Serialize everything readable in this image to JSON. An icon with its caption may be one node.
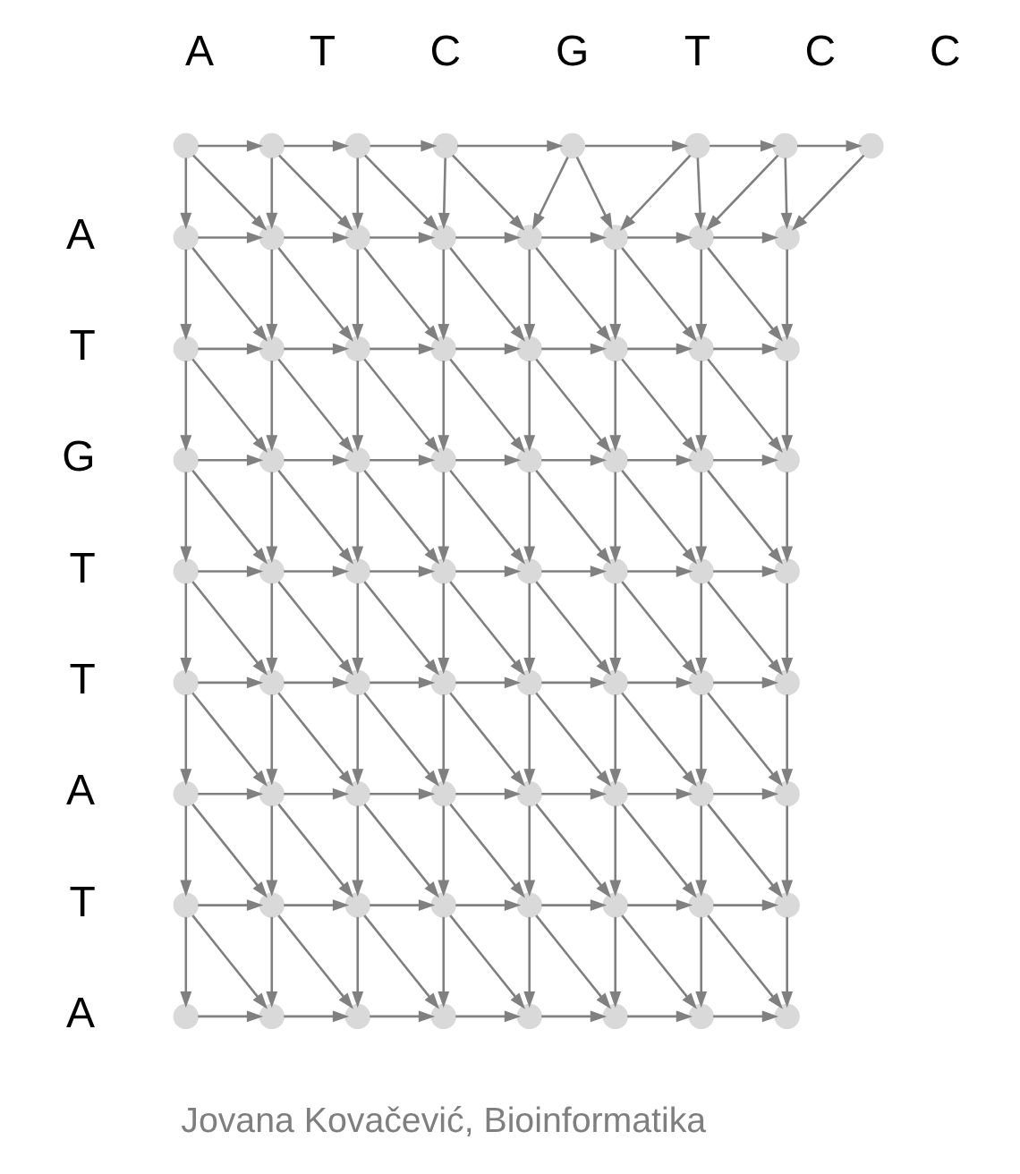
{
  "diagram": {
    "nodes": [
      {
        "text": [],
        "shape": "circle"
      },
      {
        "text": [],
        "shape": "circle"
      },
      {
        "text": [],
        "shape": "circle"
      },
      {
        "text": [],
        "shape": "circle"
      },
      {
        "text": [],
        "shape": "circle"
      },
      {
        "text": [],
        "shape": "circle"
      },
      {
        "text": [],
        "shape": "circle"
      },
      {
        "text": [],
        "shape": "circle"
      },
      {
        "text": [],
        "shape": "circle"
      },
      {
        "text": [],
        "shape": "circle"
      },
      {
        "text": [],
        "shape": "circle"
      },
      {
        "text": [],
        "shape": "circle"
      },
      {
        "text": [],
        "shape": "circle"
      },
      {
        "text": [],
        "shape": "circle"
      },
      {
        "text": [],
        "shape": "circle"
      },
      {
        "text": [],
        "shape": "circle"
      },
      {
        "text": [],
        "shape": "circle"
      },
      {
        "text": [],
        "shape": "circle"
      },
      {
        "text": [],
        "shape": "circle"
      },
      {
        "text": [],
        "shape": "circle"
      },
      {
        "text": [],
        "shape": "circle"
      },
      {
        "text": [],
        "shape": "circle"
      },
      {
        "text": [],
        "shape": "circle"
      },
      {
        "text": [],
        "shape": "circle"
      },
      {
        "text": [],
        "shape": "circle"
      },
      {
        "text": [],
        "shape": "circle"
      },
      {
        "text": [],
        "shape": "circle"
      },
      {
        "text": [],
        "shape": "circle"
      },
      {
        "text": [],
        "shape": "circle"
      },
      {
        "text": [],
        "shape": "circle"
      },
      {
        "text": [],
        "shape": "circle"
      },
      {
        "text": [],
        "shape": "circle"
      },
      {
        "text": [],
        "shape": "circle"
      },
      {
        "text": [],
        "shape": "circle"
      },
      {
        "text": [],
        "shape": "circle"
      },
      {
        "text": [],
        "shape": "circle"
      },
      {
        "text": [],
        "shape": "circle"
      },
      {
        "text": [],
        "shape": "circle"
      },
      {
        "text": [],
        "shape": "circle"
      },
      {
        "text": [],
        "shape": "circle"
      },
      {
        "text": [],
        "shape": "circle"
      },
      {
        "text": [],
        "shape": "circle"
      },
      {
        "text": [],
        "shape": "circle"
      },
      {
        "text": [],
        "shape": "circle"
      },
      {
        "text": [],
        "shape": "circle"
      },
      {
        "text": [],
        "shape": "circle"
      },
      {
        "text": [],
        "shape": "circle"
      },
      {
        "text": [],
        "shape": "circle"
      },
      {
        "text": [],
        "shape": "circle"
      },
      {
        "text": [],
        "shape": "circle"
      },
      {
        "text": [],
        "shape": "circle"
      },
      {
        "text": [],
        "shape": "circle"
      },
      {
        "text": [],
        "shape": "circle"
      },
      {
        "text": [],
        "shape": "circle"
      },
      {
        "text": [],
        "shape": "circle"
      },
      {
        "text": [],
        "shape": "circle"
      },
      {
        "text": [],
        "shape": "circle"
      },
      {
        "text": [],
        "shape": "circle"
      },
      {
        "text": [],
        "shape": "circle"
      },
      {
        "text": [],
        "shape": "circle"
      },
      {
        "text": [],
        "shape": "circle"
      },
      {
        "text": [],
        "shape": "circle"
      },
      {
        "text": [],
        "shape": "circle"
      },
      {
        "text": [],
        "shape": "circle"
      },
      {
        "text": [],
        "shape": "circle"
      },
      {
        "text": [],
        "shape": "circle"
      },
      {
        "text": [],
        "shape": "circle"
      },
      {
        "text": [],
        "shape": "circle"
      },
      {
        "text": [],
        "shape": "circle"
      },
      {
        "text": [],
        "shape": "circle"
      },
      {
        "text": [],
        "shape": "circle"
      },
      {
        "text": [],
        "shape": "circle"
      }
    ],
    "edges": [
      {
        "from": 0,
        "to": 1,
        "arrow": "to"
      },
      {
        "from": 0,
        "to": 8,
        "arrow": "to"
      },
      {
        "from": 0,
        "to": 9,
        "arrow": "to"
      },
      {
        "from": 1,
        "to": 2,
        "arrow": "to"
      },
      {
        "from": 1,
        "to": 9,
        "arrow": "to"
      },
      {
        "from": 1,
        "to": 10,
        "arrow": "to"
      },
      {
        "from": 2,
        "to": 3,
        "arrow": "to"
      },
      {
        "from": 2,
        "to": 10,
        "arrow": "to"
      },
      {
        "from": 2,
        "to": 11,
        "arrow": "to"
      },
      {
        "from": 3,
        "to": 4,
        "arrow": "to"
      },
      {
        "from": 3,
        "to": 11,
        "arrow": "to"
      },
      {
        "from": 3,
        "to": 12,
        "arrow": "to"
      },
      {
        "from": 4,
        "to": 5,
        "arrow": "to"
      },
      {
        "from": 4,
        "to": 12,
        "arrow": "to"
      },
      {
        "from": 4,
        "to": 13,
        "arrow": "to"
      },
      {
        "from": 5,
        "to": 6,
        "arrow": "to"
      },
      {
        "from": 5,
        "to": 13,
        "arrow": "to"
      },
      {
        "from": 5,
        "to": 14,
        "arrow": "to"
      },
      {
        "from": 6,
        "to": 7,
        "arrow": "to"
      },
      {
        "from": 6,
        "to": 14,
        "arrow": "to"
      },
      {
        "from": 6,
        "to": 15,
        "arrow": "to"
      },
      {
        "from": 7,
        "to": 15,
        "arrow": "to"
      },
      {
        "from": 8,
        "to": 9,
        "arrow": "to"
      },
      {
        "from": 8,
        "to": 16,
        "arrow": "to"
      },
      {
        "from": 8,
        "to": 17,
        "arrow": "to"
      },
      {
        "from": 9,
        "to": 10,
        "arrow": "to"
      },
      {
        "from": 9,
        "to": 17,
        "arrow": "to"
      },
      {
        "from": 9,
        "to": 18,
        "arrow": "to"
      },
      {
        "from": 10,
        "to": 11,
        "arrow": "to"
      },
      {
        "from": 10,
        "to": 18,
        "arrow": "to"
      },
      {
        "from": 10,
        "to": 19,
        "arrow": "to"
      },
      {
        "from": 11,
        "to": 12,
        "arrow": "to"
      },
      {
        "from": 11,
        "to": 19,
        "arrow": "to"
      },
      {
        "from": 11,
        "to": 20,
        "arrow": "to"
      },
      {
        "from": 12,
        "to": 13,
        "arrow": "to"
      },
      {
        "from": 12,
        "to": 20,
        "arrow": "to"
      },
      {
        "from": 12,
        "to": 21,
        "arrow": "to"
      },
      {
        "from": 13,
        "to": 14,
        "arrow": "to"
      },
      {
        "from": 13,
        "to": 21,
        "arrow": "to"
      },
      {
        "from": 13,
        "to": 22,
        "arrow": "to"
      },
      {
        "from": 14,
        "to": 15,
        "arrow": "to"
      },
      {
        "from": 14,
        "to": 22,
        "arrow": "to"
      },
      {
        "from": 14,
        "to": 23,
        "arrow": "to"
      },
      {
        "from": 15,
        "to": 23,
        "arrow": "to"
      },
      {
        "from": 16,
        "to": 17,
        "arrow": "to"
      },
      {
        "from": 16,
        "to": 24,
        "arrow": "to"
      },
      {
        "from": 16,
        "to": 25,
        "arrow": "to"
      },
      {
        "from": 17,
        "to": 18,
        "arrow": "to"
      },
      {
        "from": 17,
        "to": 25,
        "arrow": "to"
      },
      {
        "from": 17,
        "to": 26,
        "arrow": "to"
      },
      {
        "from": 18,
        "to": 19,
        "arrow": "to"
      },
      {
        "from": 18,
        "to": 26,
        "arrow": "to"
      },
      {
        "from": 18,
        "to": 27,
        "arrow": "to"
      },
      {
        "from": 19,
        "to": 20,
        "arrow": "to"
      },
      {
        "from": 19,
        "to": 27,
        "arrow": "to"
      },
      {
        "from": 19,
        "to": 28,
        "arrow": "to"
      },
      {
        "from": 20,
        "to": 21,
        "arrow": "to"
      },
      {
        "from": 20,
        "to": 28,
        "arrow": "to"
      },
      {
        "from": 20,
        "to": 29,
        "arrow": "to"
      },
      {
        "from": 21,
        "to": 22,
        "arrow": "to"
      },
      {
        "from": 21,
        "to": 29,
        "arrow": "to"
      },
      {
        "from": 21,
        "to": 30,
        "arrow": "to"
      },
      {
        "from": 22,
        "to": 23,
        "arrow": "to"
      },
      {
        "from": 22,
        "to": 30,
        "arrow": "to"
      },
      {
        "from": 22,
        "to": 31,
        "arrow": "to"
      },
      {
        "from": 23,
        "to": 31,
        "arrow": "to"
      },
      {
        "from": 24,
        "to": 25,
        "arrow": "to"
      },
      {
        "from": 24,
        "to": 32,
        "arrow": "to"
      },
      {
        "from": 24,
        "to": 33,
        "arrow": "to"
      },
      {
        "from": 25,
        "to": 26,
        "arrow": "to"
      },
      {
        "from": 25,
        "to": 33,
        "arrow": "to"
      },
      {
        "from": 25,
        "to": 34,
        "arrow": "to"
      },
      {
        "from": 26,
        "to": 27,
        "arrow": "to"
      },
      {
        "from": 26,
        "to": 34,
        "arrow": "to"
      },
      {
        "from": 26,
        "to": 35,
        "arrow": "to"
      },
      {
        "from": 27,
        "to": 28,
        "arrow": "to"
      },
      {
        "from": 27,
        "to": 35,
        "arrow": "to"
      },
      {
        "from": 27,
        "to": 36,
        "arrow": "to"
      },
      {
        "from": 28,
        "to": 29,
        "arrow": "to"
      },
      {
        "from": 28,
        "to": 36,
        "arrow": "to"
      },
      {
        "from": 28,
        "to": 37,
        "arrow": "to"
      },
      {
        "from": 29,
        "to": 30,
        "arrow": "to"
      },
      {
        "from": 29,
        "to": 37,
        "arrow": "to"
      },
      {
        "from": 29,
        "to": 38,
        "arrow": "to"
      },
      {
        "from": 30,
        "to": 31,
        "arrow": "to"
      },
      {
        "from": 30,
        "to": 38,
        "arrow": "to"
      },
      {
        "from": 30,
        "to": 39,
        "arrow": "to"
      },
      {
        "from": 31,
        "to": 39,
        "arrow": "to"
      },
      {
        "from": 32,
        "to": 33,
        "arrow": "to"
      },
      {
        "from": 32,
        "to": 40,
        "arrow": "to"
      },
      {
        "from": 32,
        "to": 41,
        "arrow": "to"
      },
      {
        "from": 33,
        "to": 34,
        "arrow": "to"
      },
      {
        "from": 33,
        "to": 41,
        "arrow": "to"
      },
      {
        "from": 33,
        "to": 42,
        "arrow": "to"
      },
      {
        "from": 34,
        "to": 35,
        "arrow": "to"
      },
      {
        "from": 34,
        "to": 42,
        "arrow": "to"
      },
      {
        "from": 34,
        "to": 43,
        "arrow": "to"
      },
      {
        "from": 35,
        "to": 36,
        "arrow": "to"
      },
      {
        "from": 35,
        "to": 43,
        "arrow": "to"
      },
      {
        "from": 35,
        "to": 44,
        "arrow": "to"
      },
      {
        "from": 36,
        "to": 37,
        "arrow": "to"
      },
      {
        "from": 36,
        "to": 44,
        "arrow": "to"
      },
      {
        "from": 36,
        "to": 45,
        "arrow": "to"
      },
      {
        "from": 37,
        "to": 38,
        "arrow": "to"
      },
      {
        "from": 37,
        "to": 45,
        "arrow": "to"
      },
      {
        "from": 37,
        "to": 46,
        "arrow": "to"
      },
      {
        "from": 38,
        "to": 39,
        "arrow": "to"
      },
      {
        "from": 38,
        "to": 46,
        "arrow": "to"
      },
      {
        "from": 38,
        "to": 47,
        "arrow": "to"
      },
      {
        "from": 39,
        "to": 47,
        "arrow": "to"
      },
      {
        "from": 40,
        "to": 41,
        "arrow": "to"
      },
      {
        "from": 40,
        "to": 48,
        "arrow": "to"
      },
      {
        "from": 40,
        "to": 49,
        "arrow": "to"
      },
      {
        "from": 41,
        "to": 42,
        "arrow": "to"
      },
      {
        "from": 41,
        "to": 49,
        "arrow": "to"
      },
      {
        "from": 41,
        "to": 50,
        "arrow": "to"
      },
      {
        "from": 42,
        "to": 43,
        "arrow": "to"
      },
      {
        "from": 42,
        "to": 50,
        "arrow": "to"
      },
      {
        "from": 42,
        "to": 51,
        "arrow": "to"
      },
      {
        "from": 43,
        "to": 44,
        "arrow": "to"
      },
      {
        "from": 43,
        "to": 51,
        "arrow": "to"
      },
      {
        "from": 43,
        "to": 52,
        "arrow": "to"
      },
      {
        "from": 44,
        "to": 45,
        "arrow": "to"
      },
      {
        "from": 44,
        "to": 52,
        "arrow": "to"
      },
      {
        "from": 44,
        "to": 53,
        "arrow": "to"
      },
      {
        "from": 45,
        "to": 46,
        "arrow": "to"
      },
      {
        "from": 45,
        "to": 53,
        "arrow": "to"
      },
      {
        "from": 45,
        "to": 54,
        "arrow": "to"
      },
      {
        "from": 46,
        "to": 47,
        "arrow": "to"
      },
      {
        "from": 46,
        "to": 54,
        "arrow": "to"
      },
      {
        "from": 46,
        "to": 55,
        "arrow": "to"
      },
      {
        "from": 47,
        "to": 55,
        "arrow": "to"
      },
      {
        "from": 48,
        "to": 49,
        "arrow": "to"
      },
      {
        "from": 48,
        "to": 56,
        "arrow": "to"
      },
      {
        "from": 48,
        "to": 57,
        "arrow": "to"
      },
      {
        "from": 49,
        "to": 50,
        "arrow": "to"
      },
      {
        "from": 49,
        "to": 57,
        "arrow": "to"
      },
      {
        "from": 49,
        "to": 58,
        "arrow": "to"
      },
      {
        "from": 50,
        "to": 51,
        "arrow": "to"
      },
      {
        "from": 50,
        "to": 58,
        "arrow": "to"
      },
      {
        "from": 50,
        "to": 59,
        "arrow": "to"
      },
      {
        "from": 51,
        "to": 52,
        "arrow": "to"
      },
      {
        "from": 51,
        "to": 59,
        "arrow": "to"
      },
      {
        "from": 51,
        "to": 60,
        "arrow": "to"
      },
      {
        "from": 52,
        "to": 53,
        "arrow": "to"
      },
      {
        "from": 52,
        "to": 60,
        "arrow": "to"
      },
      {
        "from": 52,
        "to": 61,
        "arrow": "to"
      },
      {
        "from": 53,
        "to": 54,
        "arrow": "to"
      },
      {
        "from": 53,
        "to": 61,
        "arrow": "to"
      },
      {
        "from": 53,
        "to": 62,
        "arrow": "to"
      },
      {
        "from": 54,
        "to": 55,
        "arrow": "to"
      },
      {
        "from": 54,
        "to": 62,
        "arrow": "to"
      },
      {
        "from": 54,
        "to": 63,
        "arrow": "to"
      },
      {
        "from": 55,
        "to": 63,
        "arrow": "to"
      },
      {
        "from": 56,
        "to": 57,
        "arrow": "to"
      },
      {
        "from": 56,
        "to": 64,
        "arrow": "to"
      },
      {
        "from": 56,
        "to": 65,
        "arrow": "to"
      },
      {
        "from": 57,
        "to": 58,
        "arrow": "to"
      },
      {
        "from": 57,
        "to": 65,
        "arrow": "to"
      },
      {
        "from": 57,
        "to": 66,
        "arrow": "to"
      },
      {
        "from": 58,
        "to": 59,
        "arrow": "to"
      },
      {
        "from": 58,
        "to": 66,
        "arrow": "to"
      },
      {
        "from": 58,
        "to": 67,
        "arrow": "to"
      },
      {
        "from": 59,
        "to": 60,
        "arrow": "to"
      },
      {
        "from": 59,
        "to": 67,
        "arrow": "to"
      },
      {
        "from": 59,
        "to": 68,
        "arrow": "to"
      },
      {
        "from": 60,
        "to": 61,
        "arrow": "to"
      },
      {
        "from": 60,
        "to": 68,
        "arrow": "to"
      },
      {
        "from": 60,
        "to": 69,
        "arrow": "to"
      },
      {
        "from": 61,
        "to": 62,
        "arrow": "to"
      },
      {
        "from": 61,
        "to": 69,
        "arrow": "to"
      },
      {
        "from": 61,
        "to": 70,
        "arrow": "to"
      },
      {
        "from": 62,
        "to": 63,
        "arrow": "to"
      },
      {
        "from": 62,
        "to": 70,
        "arrow": "to"
      },
      {
        "from": 62,
        "to": 71,
        "arrow": "to"
      },
      {
        "from": 63,
        "to": 71,
        "arrow": "to"
      },
      {
        "from": 64,
        "to": 65,
        "arrow": "to"
      },
      {
        "from": 65,
        "to": 66,
        "arrow": "to"
      },
      {
        "from": 66,
        "to": 67,
        "arrow": "to"
      },
      {
        "from": 67,
        "to": 68,
        "arrow": "to"
      },
      {
        "from": 68,
        "to": 69,
        "arrow": "to"
      },
      {
        "from": 69,
        "to": 70,
        "arrow": "to"
      },
      {
        "from": 70,
        "to": 71,
        "arrow": "to"
      }
    ],
    "labels": [
      "A",
      "T",
      "C",
      "G",
      "T",
      "C",
      "C",
      "A",
      "T",
      "G",
      "T",
      "T",
      "A",
      "T",
      "A",
      "Jovana Kovačević, Bioinformatika"
    ]
  }
}
